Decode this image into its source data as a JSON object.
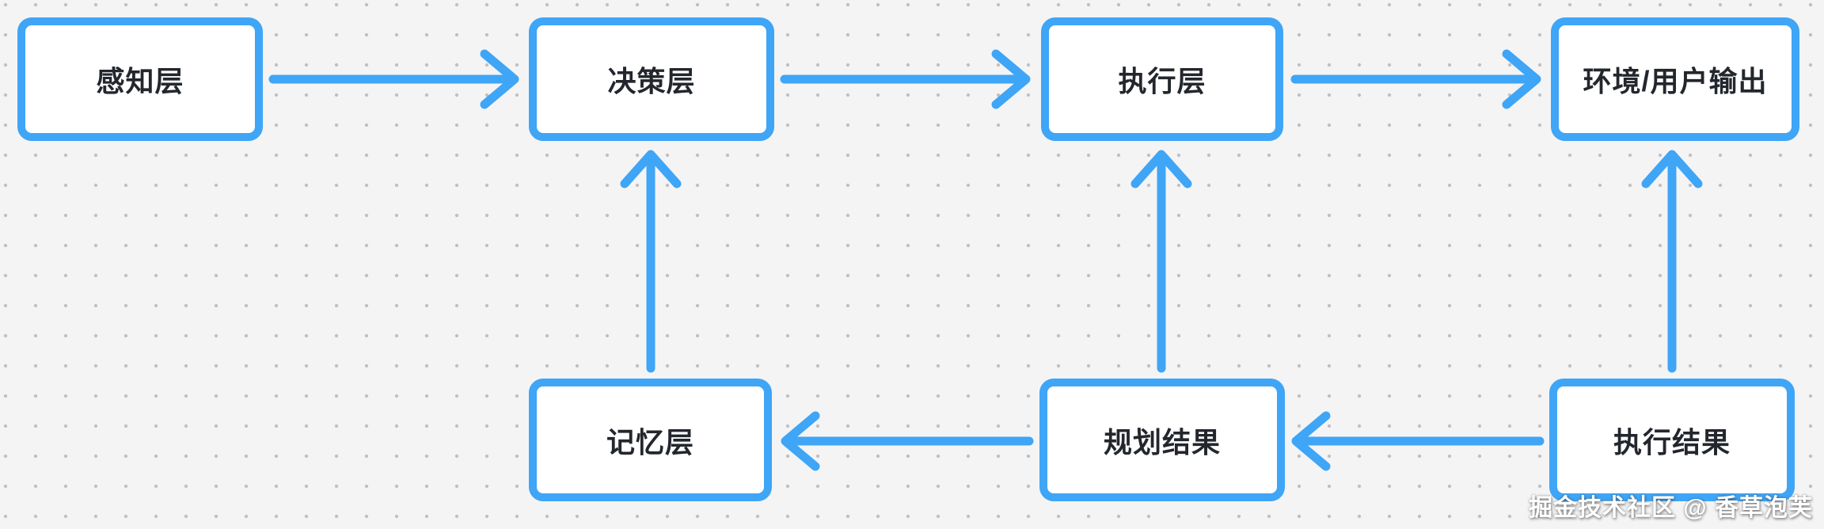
{
  "diagram": {
    "nodes": [
      {
        "id": "perception",
        "label": "感知层"
      },
      {
        "id": "decision",
        "label": "决策层"
      },
      {
        "id": "execution",
        "label": "执行层"
      },
      {
        "id": "env-user-output",
        "label": "环境/用户输出"
      },
      {
        "id": "memory",
        "label": "记忆层"
      },
      {
        "id": "planning-result",
        "label": "规划结果"
      },
      {
        "id": "execution-result",
        "label": "执行结果"
      }
    ],
    "edges": [
      {
        "from": "感知层",
        "to": "决策层",
        "direction": "right"
      },
      {
        "from": "决策层",
        "to": "执行层",
        "direction": "right"
      },
      {
        "from": "执行层",
        "to": "环境/用户输出",
        "direction": "right"
      },
      {
        "from": "记忆层",
        "to": "决策层",
        "direction": "up"
      },
      {
        "from": "规划结果",
        "to": "执行层",
        "direction": "up"
      },
      {
        "from": "执行结果",
        "to": "环境/用户输出",
        "direction": "up"
      },
      {
        "from": "规划结果",
        "to": "记忆层",
        "direction": "left"
      },
      {
        "from": "执行结果",
        "to": "规划结果",
        "direction": "left"
      }
    ],
    "colors": {
      "accent": "#3fa5f6",
      "background": "#f4f4f5",
      "grid_dot": "#bfbfc2",
      "node_fill": "#ffffff",
      "node_text": "#23272d",
      "watermark_text": "#ffffff"
    }
  },
  "watermark": {
    "text": "掘金技术社区 @ 香草泡芙"
  }
}
